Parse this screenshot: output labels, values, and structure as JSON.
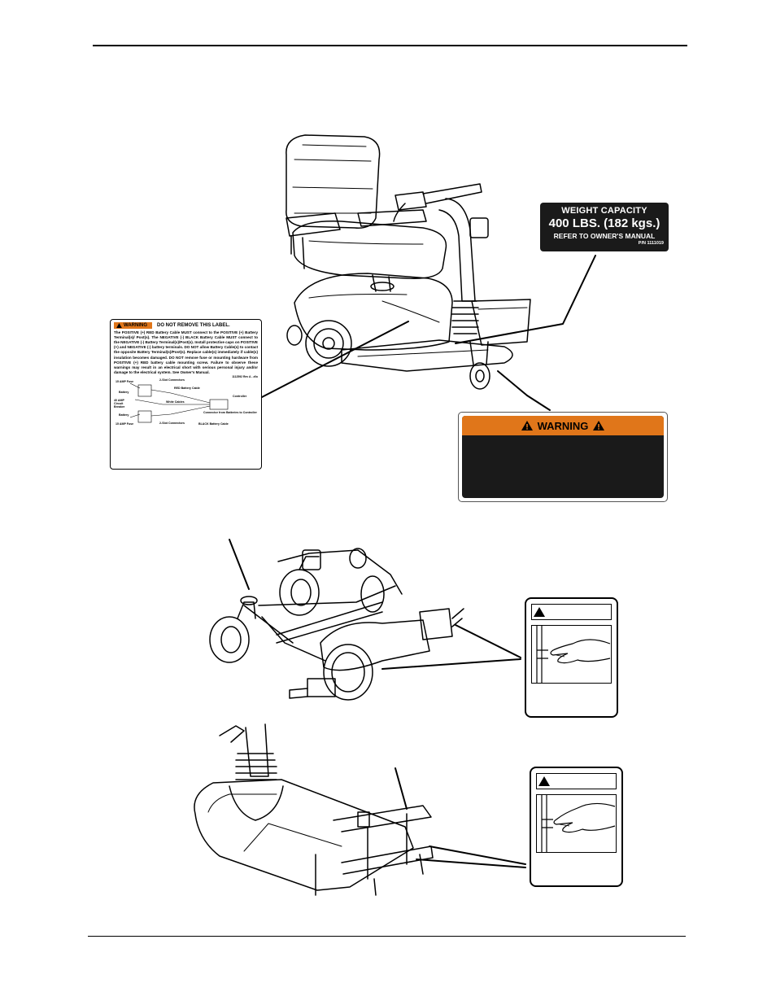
{
  "weight_label": {
    "line1": "WEIGHT CAPACITY",
    "line2": "400 LBS. (182 kgs.)",
    "line3": "REFER TO OWNER'S MANUAL",
    "part_number": "P/N 1111019"
  },
  "battery_label": {
    "warning_chip": "WARNING",
    "header": "DO NOT REMOVE THIS LABEL.",
    "body": "The POSITIVE (+) RED Battery Cable MUST connect to the POSITIVE (+) Battery Terminal(s)/ Post(s). The NEGATIVE (-) BLACK Battery Cable MUST connect to the NEGATIVE (-) Battery Terminal(s)/Post(s). Install protective caps on POSITIVE (+) and NEGATIVE (-) battery terminals. DO NOT allow Battery Cable(s) to contact the opposite Battery Terminal(s)/Post(s). Replace cable(s) immediately if cable(s) insulation becomes damaged. DO NOT remove fuse or mounting hardware from POSITIVE (+) RED battery cable mounting screw. Failure to observe these warnings may result in an electrical short with serious personal injury and/or damage to the electrical system. See Owner's Manual.",
    "part_number": "1112592 Rev A - z0o",
    "wiring": {
      "fuse_top": "15 AMP Fuse",
      "connectors_top": "2-Slot Connectors",
      "red_cable": "RED Battery Cable",
      "battery_top": "Battery",
      "controller": "Controller",
      "breaker": "40 AMP Circuit Breaker",
      "white_cables": "White Cables",
      "battery_bottom": "Battery",
      "connector_to_controller": "Connector from Batteries to Controller",
      "fuse_bottom": "15 AMP Fuse",
      "connectors_bottom": "2-Slot Connectors",
      "black_cable": "BLACK Battery Cable"
    }
  },
  "big_warning": {
    "title": "WARNING"
  },
  "icons": {
    "warning_triangle": "warning-triangle-icon",
    "pinch_hand": "pinch-hand-icon"
  },
  "colors": {
    "warning_orange": "#e0761a",
    "label_dark": "#1a1a1a"
  }
}
